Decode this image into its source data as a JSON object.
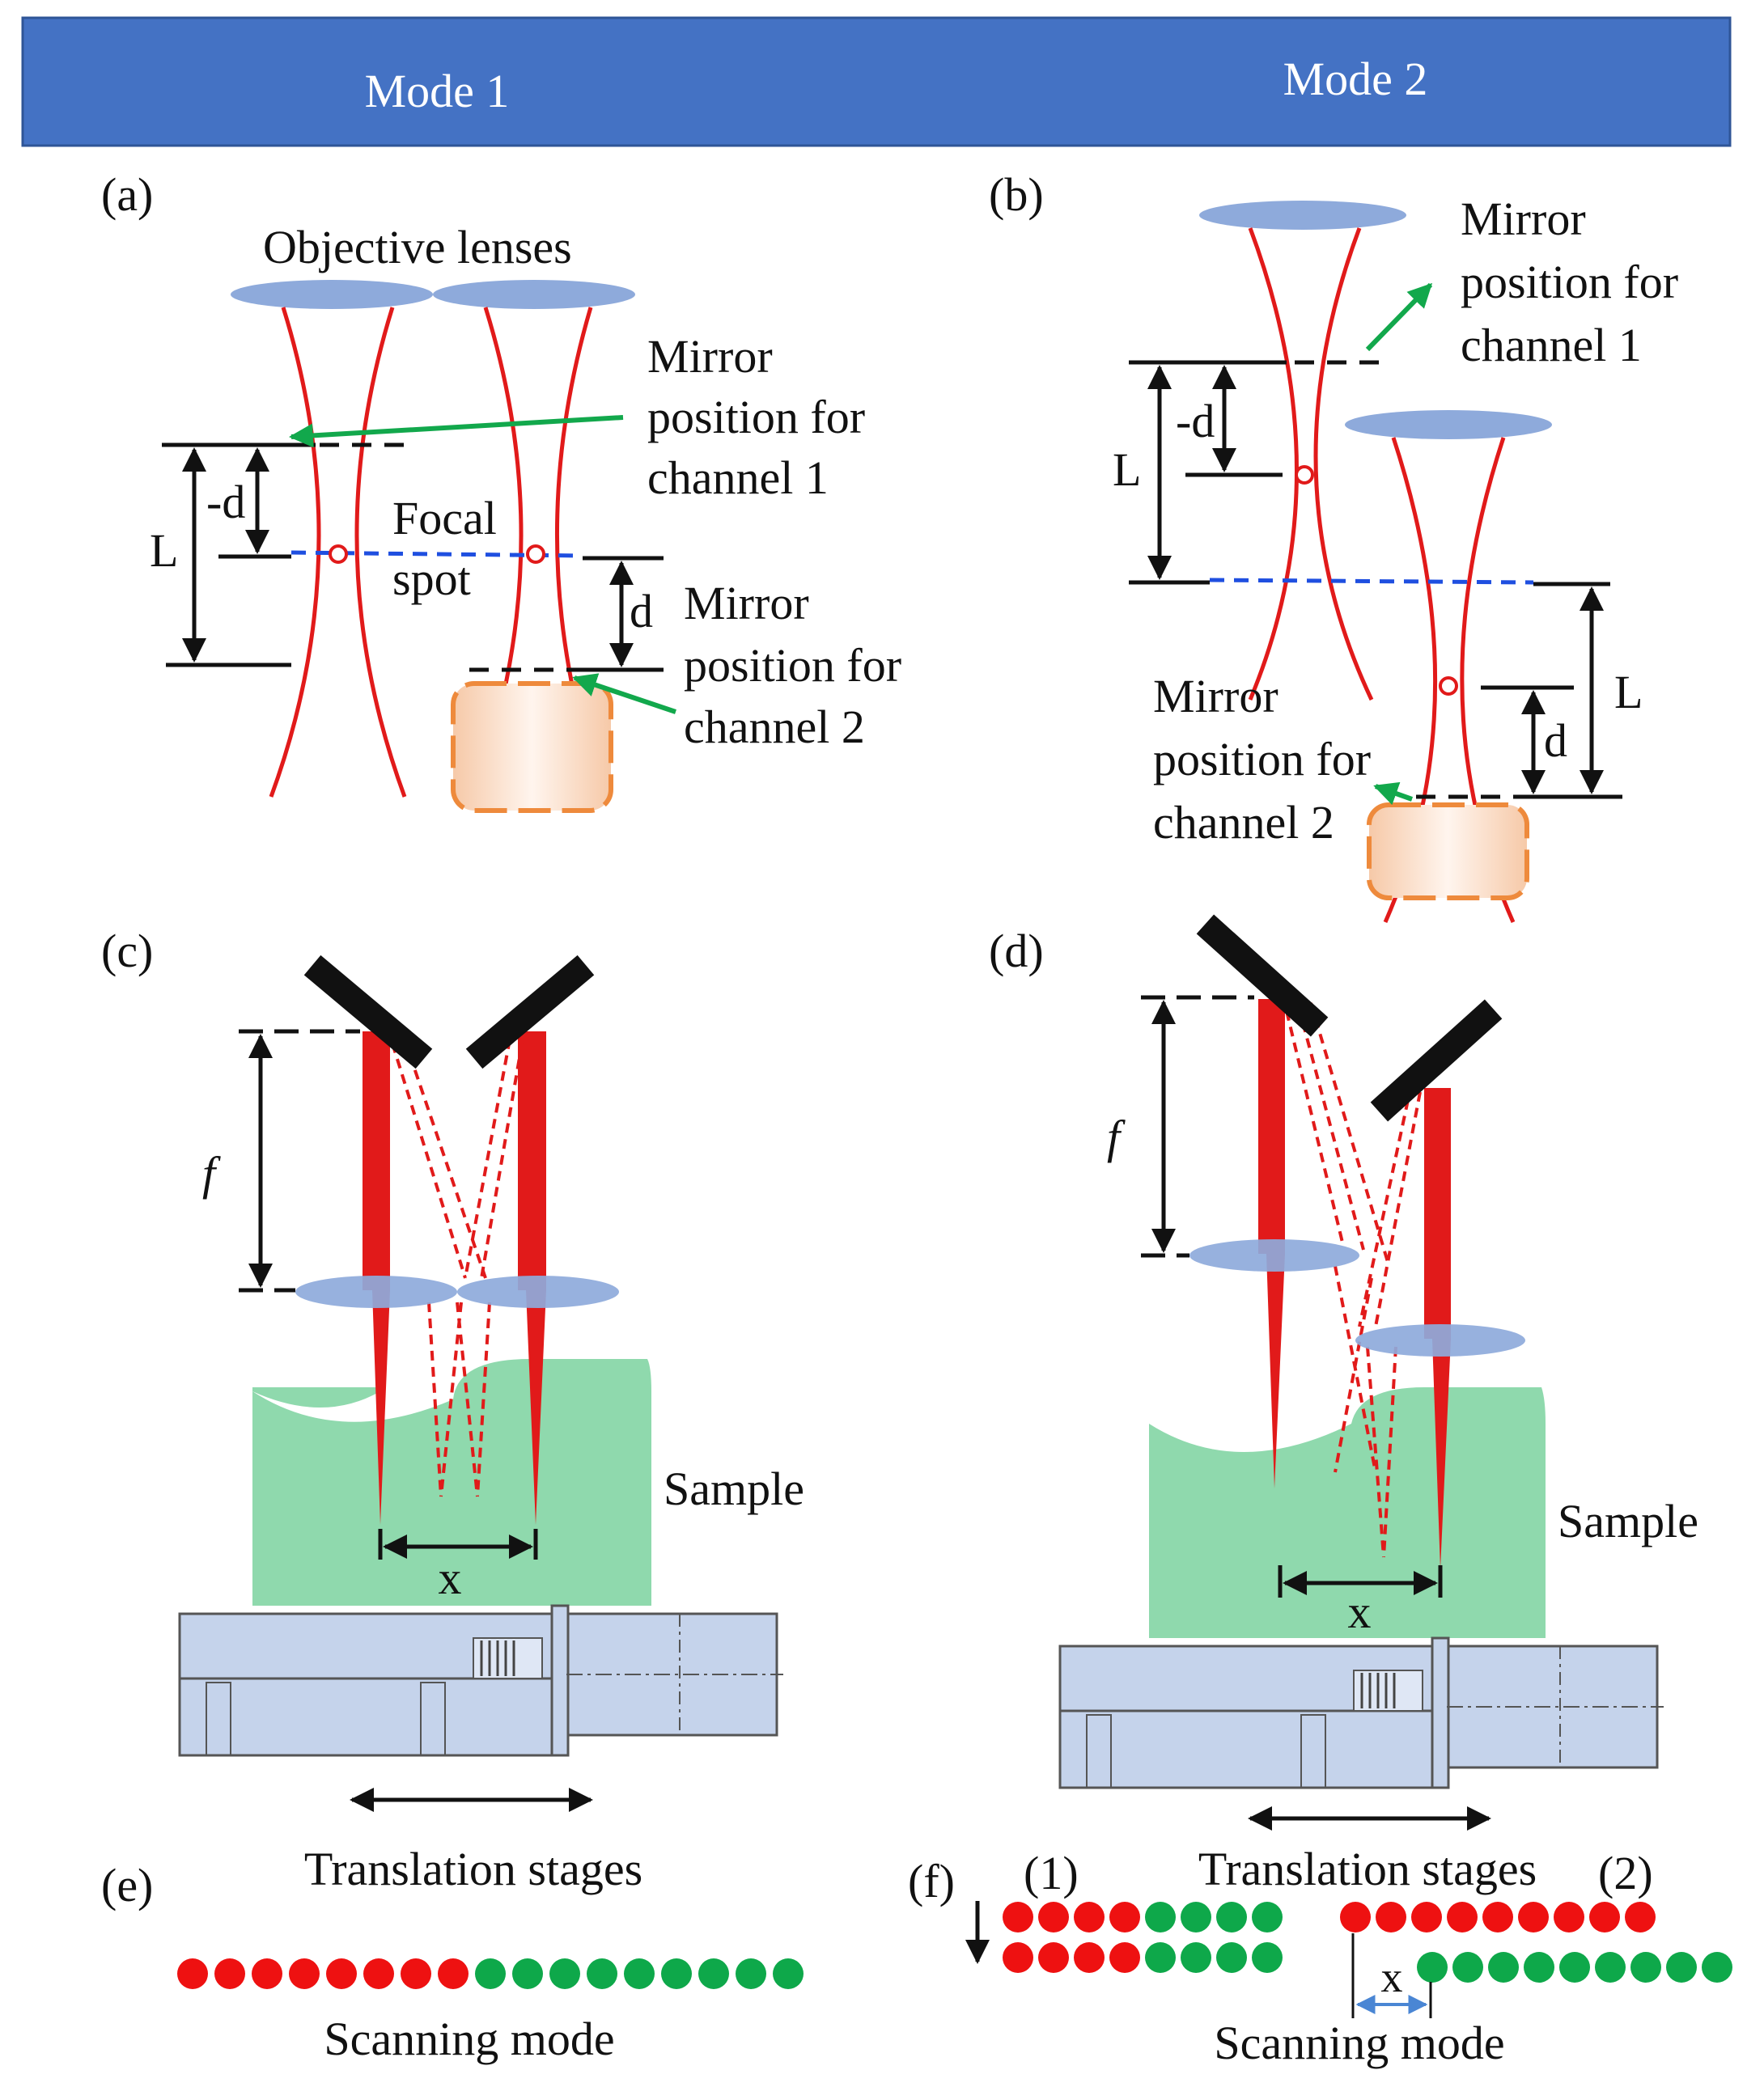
{
  "header": {
    "mode1": "Mode 1",
    "mode2": "Mode 2",
    "color": "#4472c4"
  },
  "colors": {
    "beam": "#e11a1a",
    "lens": "#8eaadb",
    "green_arrow": "#12a84c",
    "sample": "#8fd9ad",
    "stage": "#c5d3eb",
    "dot_red": "#ee1111",
    "dot_green": "#0ea84a",
    "focal_line": "#1f4fe0",
    "mirror_box": "#ee8a3c",
    "x_arrow": "#4a86d4"
  },
  "panel_a": {
    "label": "(a)",
    "objective_lenses": "Objective lenses",
    "mirror_ch1": [
      "Mirror",
      "position for",
      "channel 1"
    ],
    "focal_spot": [
      "Focal",
      "spot"
    ],
    "minus_d": "-d",
    "L": "L",
    "d": "d",
    "mirror_ch2": [
      "Mirror",
      "position for",
      "channel 2"
    ]
  },
  "panel_b": {
    "label": "(b)",
    "mirror_ch1": [
      "Mirror",
      "position for",
      "channel 1"
    ],
    "minus_d": "-d",
    "L_left": "L",
    "L_right": "L",
    "d": "d",
    "mirror_ch2": [
      "Mirror",
      "position for",
      "channel 2"
    ]
  },
  "panel_c": {
    "label": "(c)",
    "f": "f",
    "sample": "Sample",
    "x": "x",
    "translation": "Translation stages"
  },
  "panel_d": {
    "label": "(d)",
    "f": "f",
    "sample": "Sample",
    "x": "x",
    "translation": "Translation stages"
  },
  "panel_e": {
    "label": "(e)",
    "scanning": "Scanning mode",
    "red_count": 8,
    "green_count": 9
  },
  "panel_f": {
    "label": "(f)",
    "sub1": "(1)",
    "sub2": "(2)",
    "x": "x",
    "scanning": "Scanning mode",
    "group1_red": 4,
    "group1_green": 4,
    "group2_red": 9,
    "group2_green": 9
  }
}
